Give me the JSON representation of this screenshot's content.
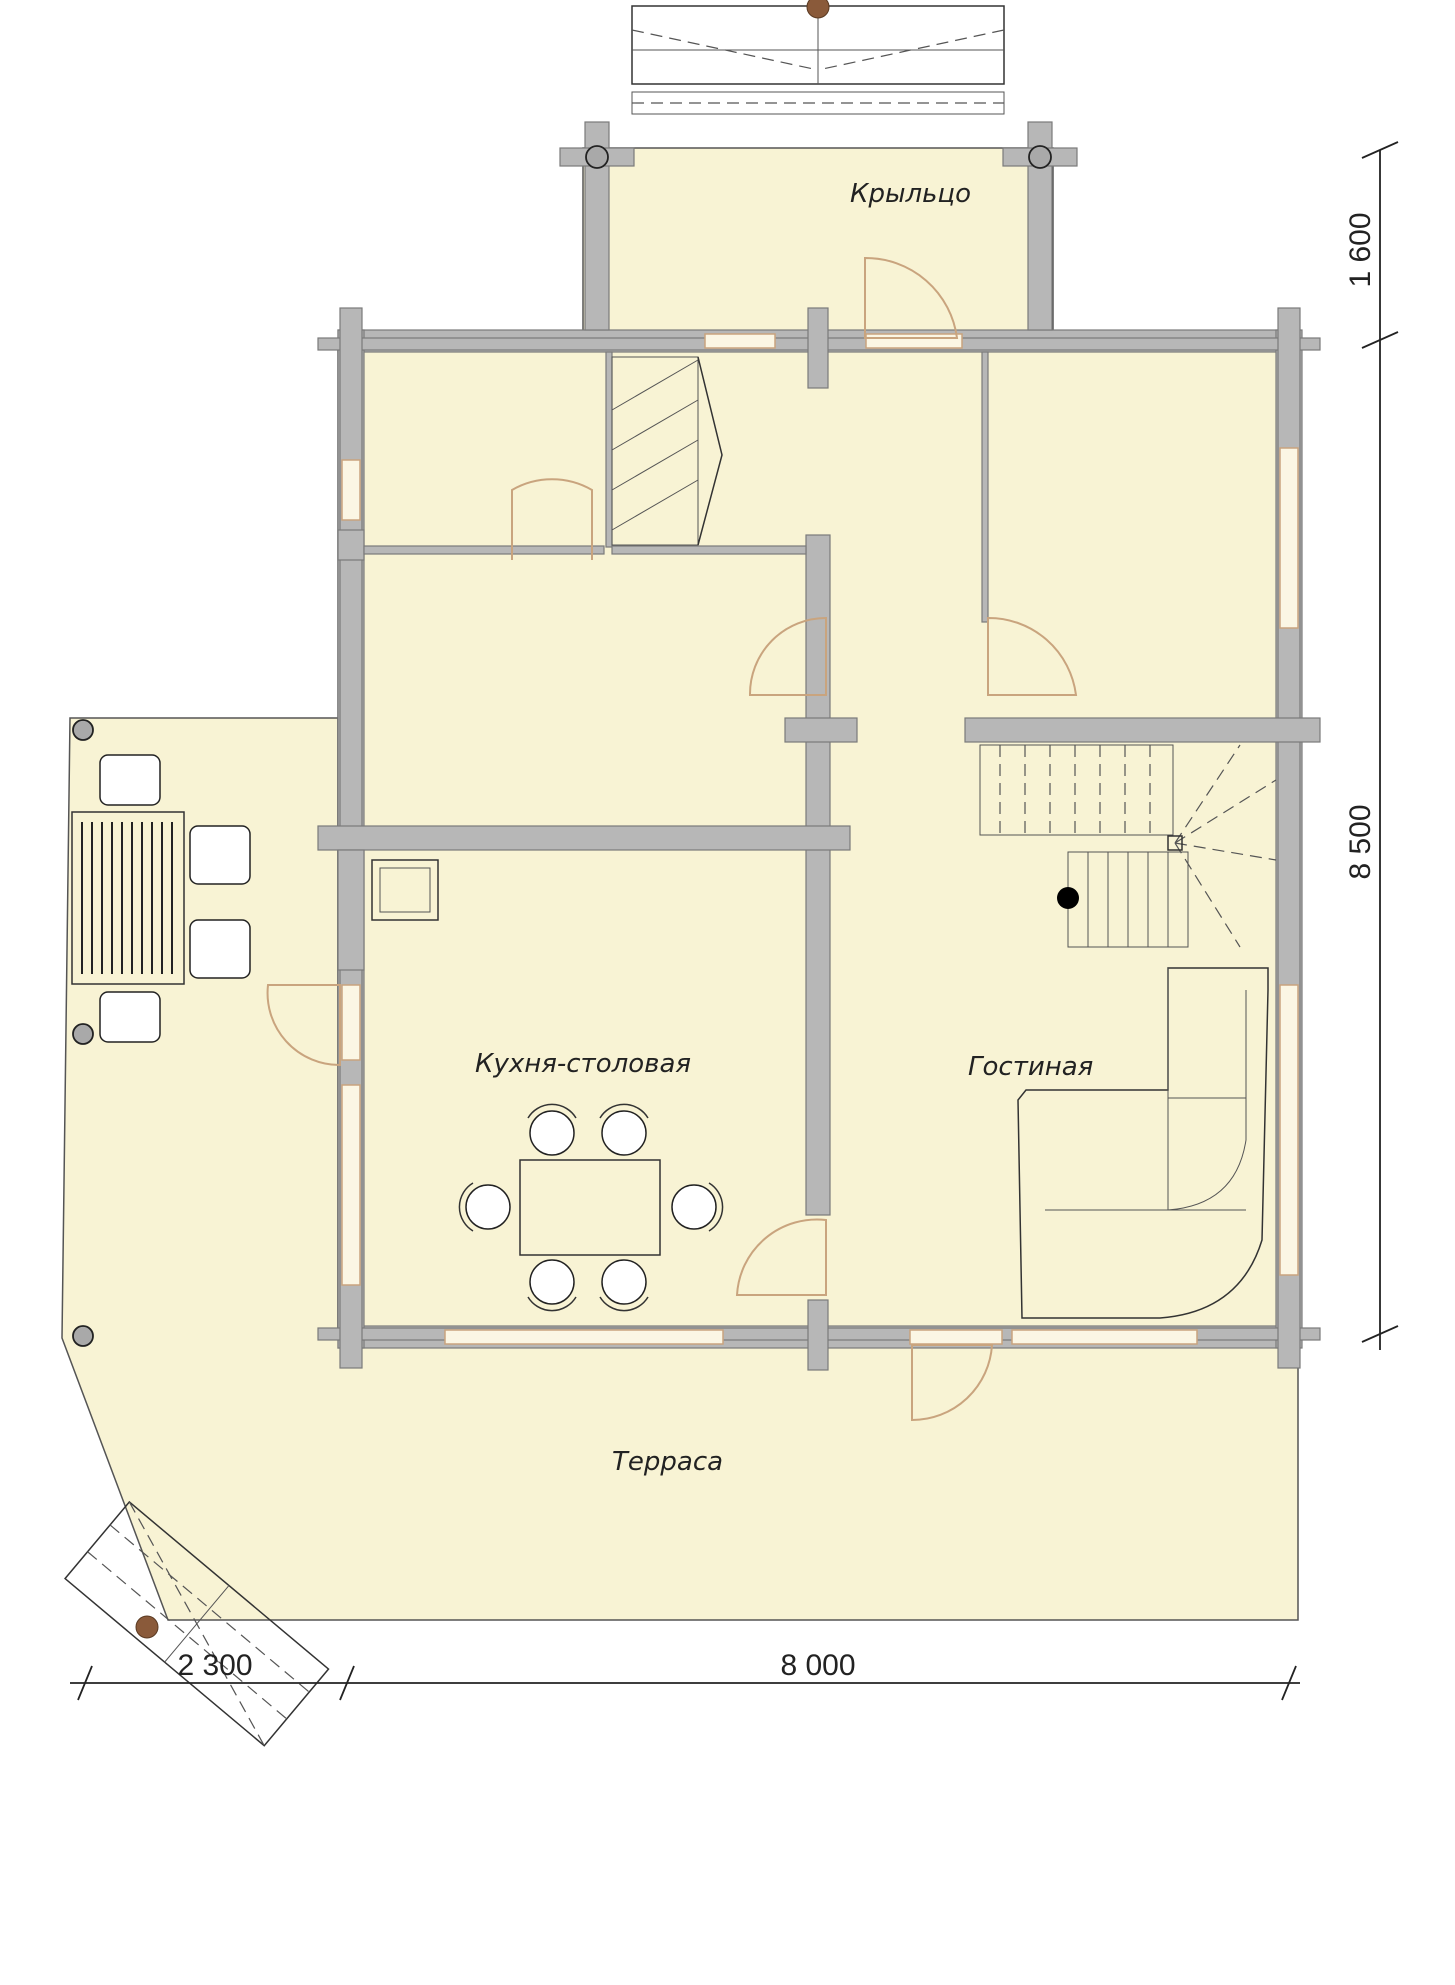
{
  "rooms": {
    "porch": "Крыльцо",
    "kitchen_dining": "Кухня-столовая",
    "living_room": "Гостиная",
    "terrace": "Терраса"
  },
  "dimensions": {
    "porch_depth": "1 600",
    "house_depth": "8 500",
    "terrace_width": "2 300",
    "house_width": "8 000"
  },
  "colors": {
    "floor": "#f8f3d4",
    "wall": "#b7b7b7",
    "frame": "#c9a47e"
  }
}
